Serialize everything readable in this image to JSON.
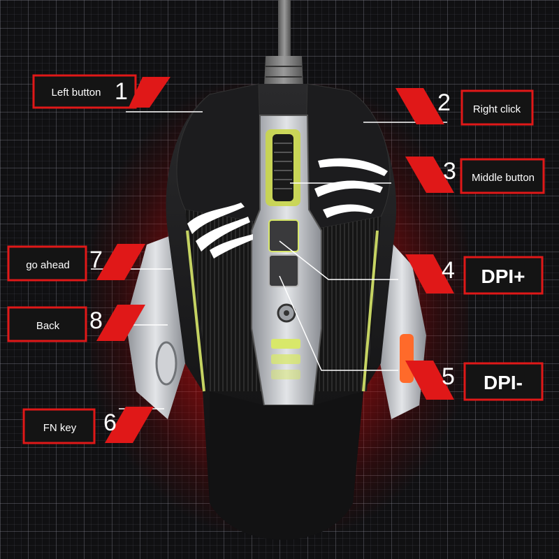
{
  "callouts": [
    {
      "id": "left-button",
      "number": "1",
      "label": "Left button"
    },
    {
      "id": "right-click",
      "number": "2",
      "label": "Right click"
    },
    {
      "id": "middle-button",
      "number": "3",
      "label": "Middle button"
    },
    {
      "id": "dpi-plus",
      "number": "4",
      "label": "DPI+"
    },
    {
      "id": "dpi-minus",
      "number": "5",
      "label": "DPI-"
    },
    {
      "id": "fn-key",
      "number": "6",
      "label": "FN key"
    },
    {
      "id": "go-ahead",
      "number": "7",
      "label": "go ahead"
    },
    {
      "id": "back",
      "number": "8",
      "label": "Back"
    }
  ],
  "colors": {
    "accent_red": "#e01818",
    "glow_red": "#d01010",
    "mouse_body": "#141414",
    "mouse_silver": "#b9bcc0",
    "led_yellow": "#d8e86a",
    "dpi_button_orange": "#ff6a2a"
  }
}
